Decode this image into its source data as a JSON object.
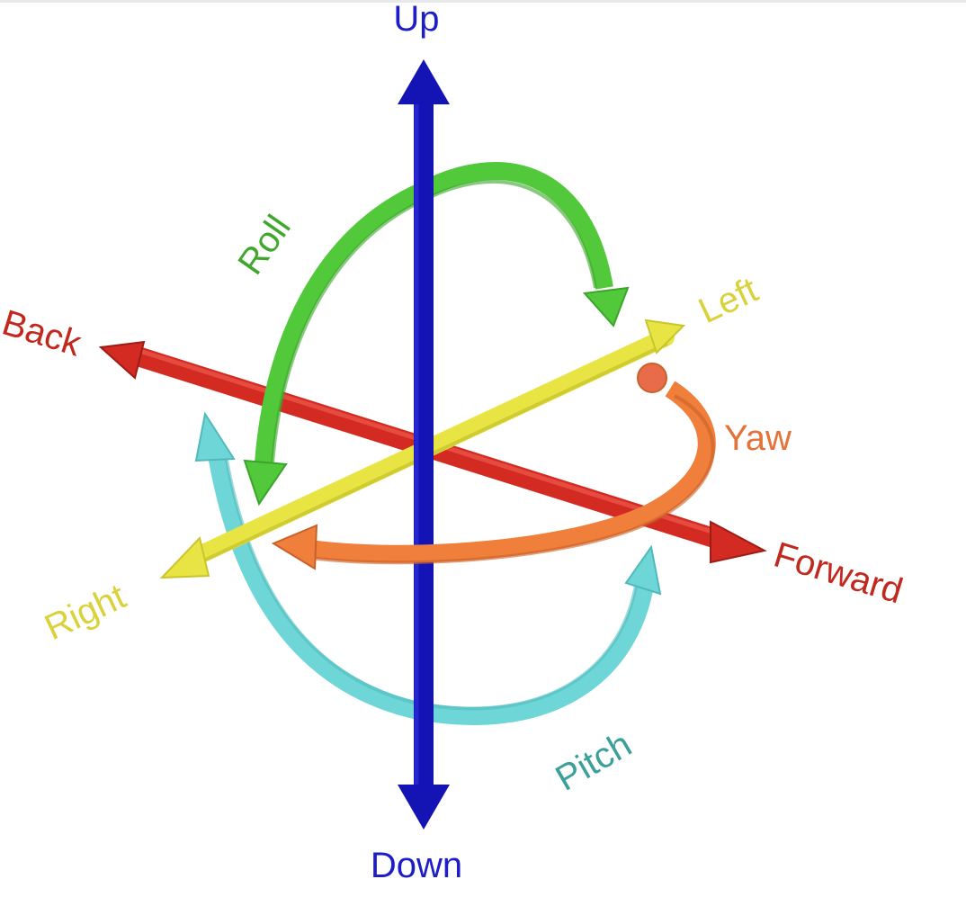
{
  "labels": {
    "up": "Up",
    "down": "Down",
    "back": "Back",
    "forward": "Forward",
    "left": "Left",
    "right": "Right",
    "roll": "Roll",
    "yaw": "Yaw",
    "pitch": "Pitch"
  },
  "colors": {
    "vertical_axis": "#1414b4",
    "longitudinal_axis": "#d32a22",
    "lateral_axis": "#e8e443",
    "roll": "#52c93a",
    "yaw": "#ef7f3a",
    "pitch": "#6fd6d8",
    "up_down_text": "#1e1ec8",
    "back_forward_text": "#c1281e",
    "left_right_text": "#d9d23c",
    "roll_text": "#3fa82c",
    "yaw_text": "#e3733a",
    "pitch_text": "#3b9f9a"
  }
}
